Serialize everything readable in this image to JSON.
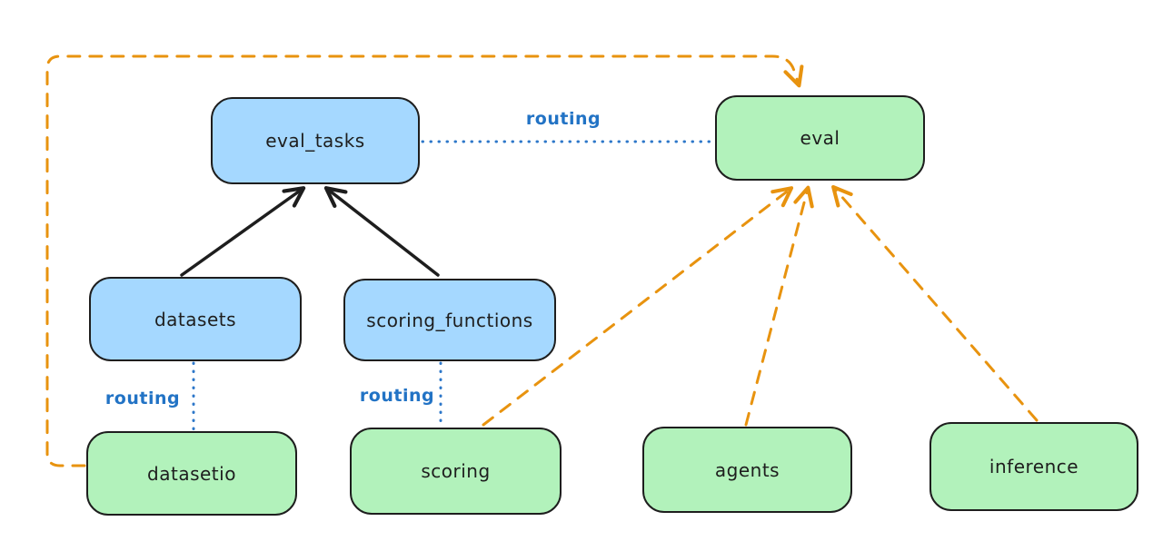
{
  "diagram": {
    "nodes": {
      "eval_tasks": {
        "label": "eval_tasks",
        "fill": "#a5d8ff"
      },
      "eval": {
        "label": "eval",
        "fill": "#b2f2bb"
      },
      "datasets": {
        "label": "datasets",
        "fill": "#a5d8ff"
      },
      "scoring_functions": {
        "label": "scoring_functions",
        "fill": "#a5d8ff"
      },
      "datasetio": {
        "label": "datasetio",
        "fill": "#b2f2bb"
      },
      "scoring": {
        "label": "scoring",
        "fill": "#b2f2bb"
      },
      "agents": {
        "label": "agents",
        "fill": "#b2f2bb"
      },
      "inference": {
        "label": "inference",
        "fill": "#b2f2bb"
      }
    },
    "edge_labels": {
      "routing_top": "routing",
      "routing_datasets": "routing",
      "routing_scoring": "routing"
    },
    "colors": {
      "node_border": "#1e1e1e",
      "blue_fill": "#a5d8ff",
      "green_fill": "#b2f2bb",
      "routing_blue": "#2273c5",
      "dashed_orange": "#e8930f",
      "solid_black": "#1e1e1e",
      "background": "#ffffff"
    }
  }
}
